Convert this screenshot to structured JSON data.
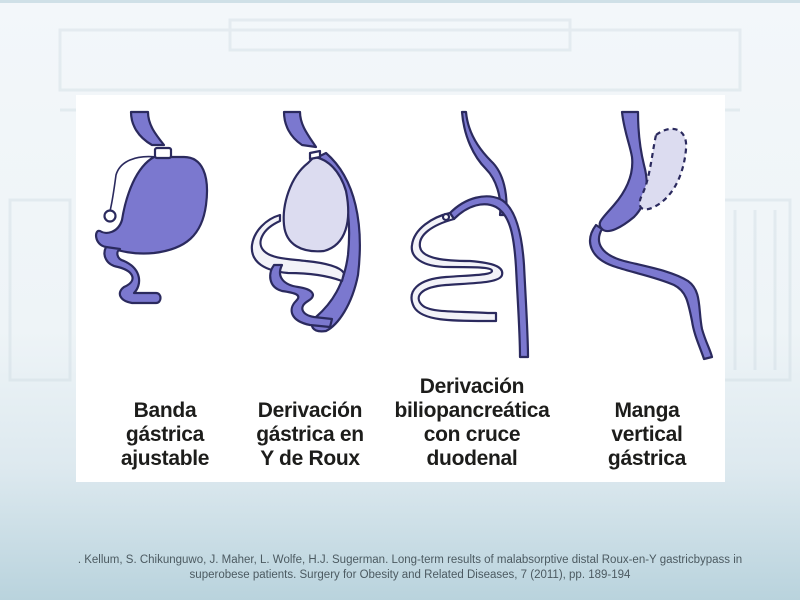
{
  "figure": {
    "procedures": [
      {
        "id": "band",
        "lines": [
          "Banda",
          "gástrica",
          "ajustable"
        ]
      },
      {
        "id": "roux",
        "lines": [
          "Derivación",
          "gástrica en",
          "Y de Roux"
        ]
      },
      {
        "id": "duodenal",
        "lines": [
          "Derivación",
          "biliopancreática",
          "con cruce",
          "duodenal"
        ]
      },
      {
        "id": "sleeve",
        "lines": [
          "Manga",
          "vertical",
          "gástrica"
        ]
      }
    ]
  },
  "caption": {
    "line1": ". Kellum, S. Chikunguwo, J. Maher, L. Wolfe, H.J. Sugerman. Long-term results of malabsorptive distal Roux-en-Y gastricbypass in",
    "line2": "superobese patients. Surgery for Obesity and Related Diseases, 7 (2011), pp. 189-194"
  },
  "colors": {
    "stomach_fill": "#7b78cf",
    "stomach_light": "#dcdcf0",
    "outline": "#2b2a5e",
    "bypass_fill": "#f2f2f8"
  }
}
